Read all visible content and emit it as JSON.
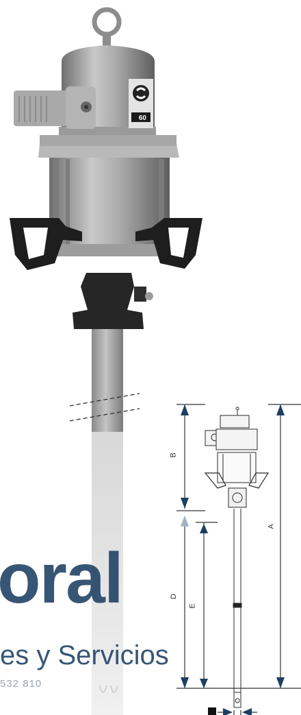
{
  "watermark": {
    "brand": "oral",
    "tagline": "es y Servicios",
    "phone": "532 810"
  },
  "diagram": {
    "label_a": "A",
    "label_b": "B",
    "label_d": "D",
    "label_e": "E"
  },
  "colors": {
    "watermark": "#1c3f63",
    "arrow": "#1c3f63",
    "metal": "#a8a8a8",
    "handle": "#1e1e1e"
  }
}
